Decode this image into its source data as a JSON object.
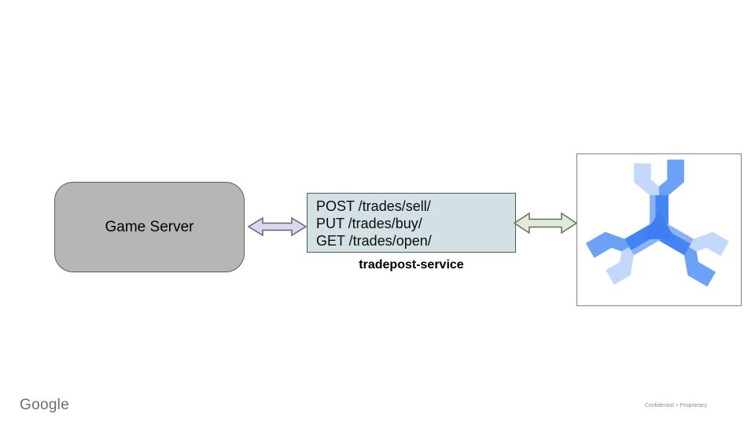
{
  "slide": {
    "background": "#ffffff",
    "game_server": {
      "label": "Game Server",
      "fill": "#b6b6b6",
      "border_color": "#5f5f5f"
    },
    "service_box": {
      "endpoints": [
        "POST /trades/sell/",
        "PUT /trades/buy/",
        "GET /trades/open/"
      ],
      "caption": "tradepost-service",
      "fill": "#d3e0e4",
      "border_color": "#4e575a"
    },
    "arrows": {
      "left": {
        "fill": "#ded5ee",
        "stroke": "#6b6470"
      },
      "right": {
        "fill": "#dfecd5",
        "stroke": "#676d62"
      }
    },
    "spanner_icon": {
      "colors": {
        "light": "#c3d8fb",
        "medium": "#6ba1f7",
        "shaft_light": "#8ab2f8",
        "dark": "#4385f4",
        "hub": "#3e7ef2"
      }
    },
    "footer": {
      "logo": "Google",
      "confidential": "Confidential + Proprietary"
    }
  }
}
